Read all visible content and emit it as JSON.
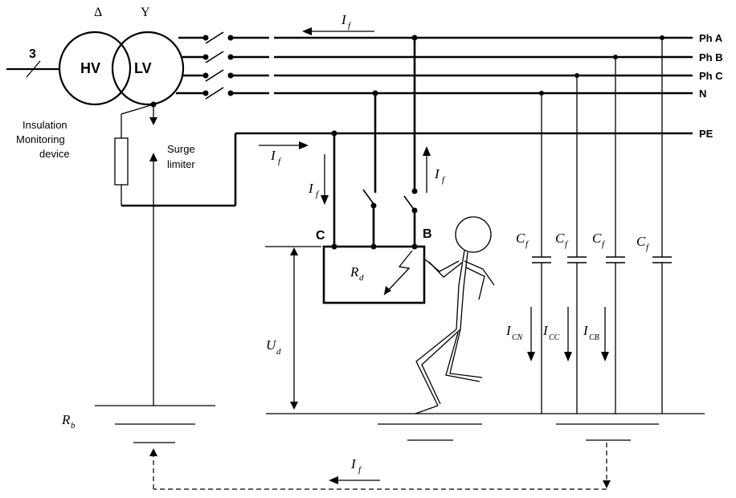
{
  "transformer": {
    "delta_symbol": "Δ",
    "wye_symbol": "Y",
    "hv_label": "HV",
    "lv_label": "LV",
    "phase_count": "3"
  },
  "buses": {
    "ph_a": "Ph A",
    "ph_b": "Ph B",
    "ph_c": "Ph C",
    "neutral": "N",
    "pe": "PE"
  },
  "devices": {
    "imd_line1": "Insulation",
    "imd_line2": "Monitoring",
    "imd_line3": "device",
    "surge_line1": "Surge",
    "surge_line2": "limiter"
  },
  "fault_current": {
    "symbol": "I",
    "subscript": "f"
  },
  "node_labels": {
    "c": "C",
    "b": "B"
  },
  "fault_resistance": {
    "symbol": "R",
    "subscript": "d"
  },
  "touch_voltage": {
    "symbol": "U",
    "subscript": "d"
  },
  "earth_resistance": {
    "symbol": "R",
    "subscript": "b"
  },
  "capacitance": {
    "symbol": "C",
    "subscript": "f"
  },
  "capacitive_currents": {
    "symbol": "I",
    "cn": "CN",
    "cc": "CC",
    "cb": "CB"
  }
}
